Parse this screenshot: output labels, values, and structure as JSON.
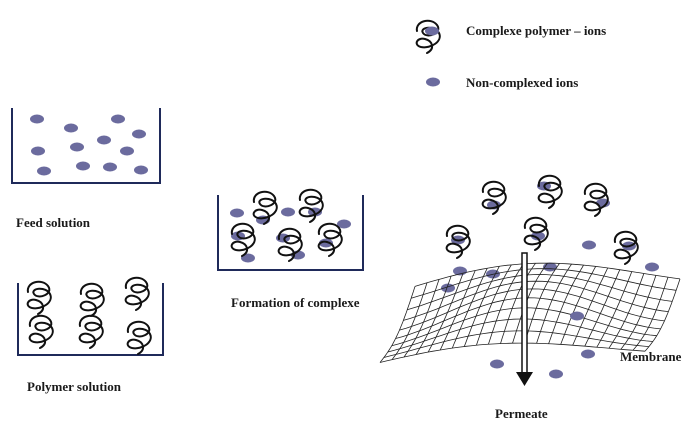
{
  "legend": {
    "complex_label": "Complexe polymer – ions",
    "ion_label": "Non-complexed ions"
  },
  "labels": {
    "feed_solution": "Feed solution",
    "polymer_solution": "Polymer solution",
    "formation": "Formation of  complexe",
    "membrane": "Membrane",
    "permeate": "Permeate"
  },
  "colors": {
    "ion": "#6b6b9e",
    "stroke": "#1f2a5a",
    "polymer": "#111111",
    "mesh": "#222222"
  },
  "icons": {
    "ion": "ion-ellipse-icon",
    "polymer": "polymer-coil-icon",
    "arrow": "flow-arrow-icon"
  }
}
